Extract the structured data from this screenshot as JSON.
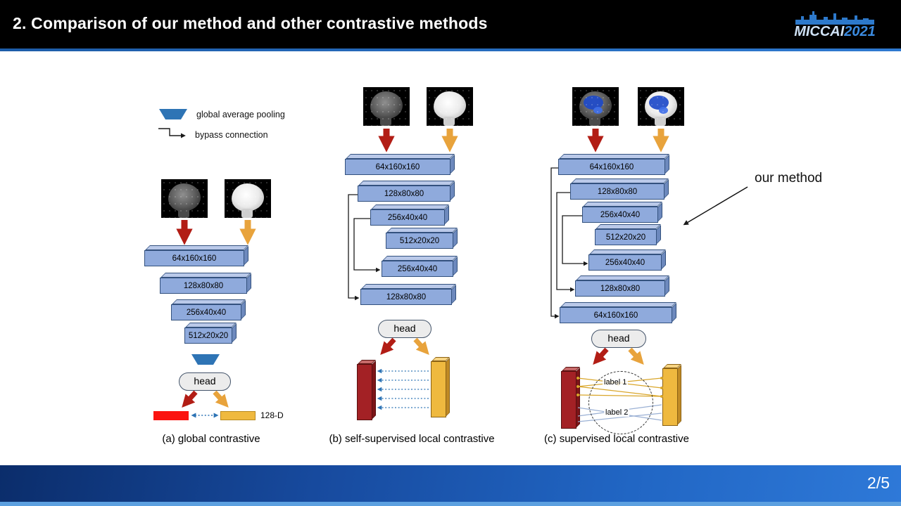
{
  "header": {
    "title": "2. Comparison of our method and other contrastive methods",
    "logo": {
      "name": "MICCAI",
      "year": "2021"
    }
  },
  "legend": {
    "items": [
      {
        "label": "global average pooling"
      },
      {
        "label": "bypass connection"
      }
    ]
  },
  "panel_a": {
    "caption": "(a) global contrastive",
    "layers": [
      "64x160x160",
      "128x80x80",
      "256x40x40",
      "512x20x20"
    ],
    "head": "head",
    "output_dim": "128-D"
  },
  "panel_b": {
    "caption": "(b) self-supervised local contrastive",
    "layers": [
      "64x160x160",
      "128x80x80",
      "256x40x40",
      "512x20x20",
      "256x40x40",
      "128x80x80"
    ],
    "head": "head"
  },
  "panel_c": {
    "caption": "(c) supervised local contrastive",
    "layers": [
      "64x160x160",
      "128x80x80",
      "256x40x40",
      "512x20x20",
      "256x40x40",
      "128x80x80",
      "64x160x160"
    ],
    "head": "head",
    "label_1": "label 1",
    "label_2": "label 2"
  },
  "annotation": {
    "our_method": "our method"
  },
  "footer": {
    "page": "2/5"
  },
  "colors": {
    "feature_map_blue": "#8faadc",
    "arrow_red": "#b21d15",
    "arrow_gold": "#e8a33c",
    "embedding_red": "#fb1410",
    "embedding_gold": "#efb93f",
    "accent_blue": "#2e74b5"
  }
}
